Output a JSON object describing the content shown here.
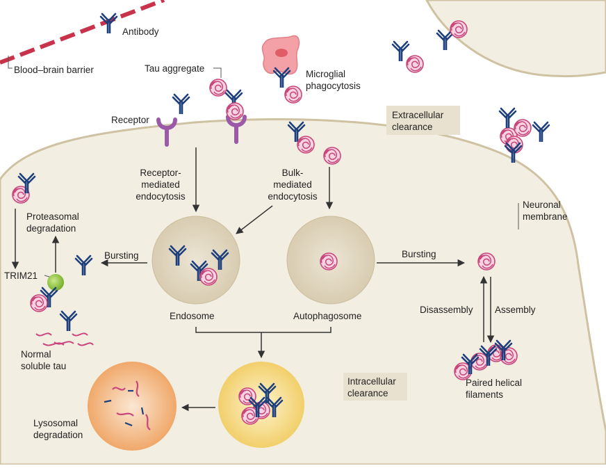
{
  "colors": {
    "cell_fill": "#f2ede1",
    "membrane": "#cfc2a2",
    "bbb": "#c8324a",
    "antibody": "#1d3f7c",
    "receptor": "#9b5aa8",
    "tau": "#c7457a",
    "tau_fill": "#f4c6d8",
    "microglia": "#f3a1a6",
    "trim21": "#8fc63a",
    "endosome": "#ddd3bd",
    "lysosome": "#f3b57b",
    "autolysosome": "#f6dc8a",
    "arrow": "#333333",
    "box": "#e9e1cf"
  },
  "labels": {
    "antibody": "Antibody",
    "bbb": "Blood–brain barrier",
    "tau_aggregate": "Tau aggregate",
    "microglial": "Microglial\nphagocytosis",
    "receptor": "Receptor",
    "extracellular": "Extracellular\nclearance",
    "receptor_mediated": "Receptor-\nmediated\nendocytosis",
    "bulk_mediated": "Bulk-\nmediated\nendocytosis",
    "neuronal_membrane": "Neuronal\nmembrane",
    "proteasomal": "Proteasomal\ndegradation",
    "bursting_left": "Bursting",
    "bursting_right": "Bursting",
    "trim21": "TRIM21",
    "endosome": "Endosome",
    "autophagosome": "Autophagosome",
    "disassembly": "Disassembly",
    "assembly": "Assembly",
    "normal_tau": "Normal\nsoluble tau",
    "intracellular": "Intracellular\nclearance",
    "phf": "Paired helical\nfilaments",
    "lysosomal": "Lysosomal\ndegradation"
  },
  "icons": [
    "antibody-icon",
    "receptor-icon",
    "tau-aggregate-icon",
    "microglia-icon",
    "trim21-icon",
    "endosome-icon",
    "autophagosome-icon",
    "lysosome-icon",
    "autolysosome-icon",
    "tau-fragment-icon",
    "arrow-icon"
  ]
}
